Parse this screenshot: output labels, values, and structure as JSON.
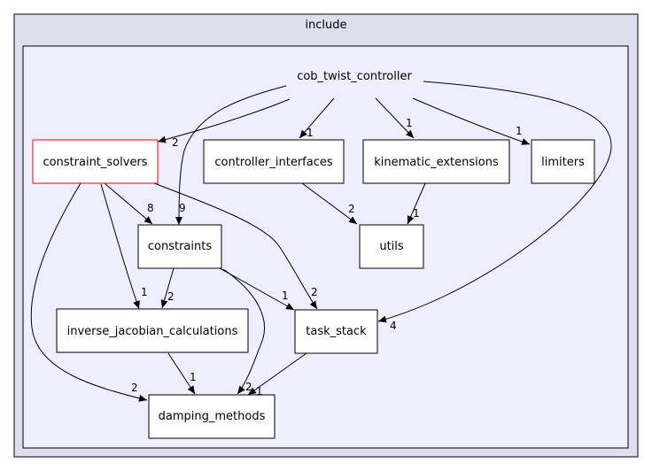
{
  "outer_cluster": {
    "label": "include"
  },
  "inner_cluster": {
    "label": "cob_twist_controller"
  },
  "nodes": {
    "constraint_solvers": "constraint_solvers",
    "controller_interfaces": "controller_interfaces",
    "kinematic_extensions": "kinematic_extensions",
    "limiters": "limiters",
    "constraints": "constraints",
    "utils": "utils",
    "inverse_jacobian_calculations": "inverse_jacobian_calculations",
    "task_stack": "task_stack",
    "damping_methods": "damping_methods"
  },
  "edge_labels": {
    "root_to_constraint_solvers": "2",
    "root_to_constraints": "9",
    "root_to_controller_interfaces": "1",
    "root_to_kinematic_extensions": "1",
    "root_to_limiters": "1",
    "root_to_task_stack": "4",
    "constraint_solvers_to_constraints": "8",
    "constraint_solvers_to_inverse_jacobian": "1",
    "constraint_solvers_to_task_stack": "2",
    "constraint_solvers_to_damping": "2",
    "controller_interfaces_to_utils": "2",
    "kinematic_extensions_to_utils": "1",
    "constraints_to_inverse_jacobian": "2",
    "constraints_to_task_stack": "1",
    "constraints_to_damping": "2",
    "inverse_jacobian_to_damping": "1",
    "task_stack_to_damping": "1"
  },
  "colors": {
    "outer_fill": "#dedeee",
    "inner_fill": "#eeeeff",
    "node_fill": "#ffffff",
    "highlight_border": "#ff0000",
    "edge": "#000000"
  }
}
